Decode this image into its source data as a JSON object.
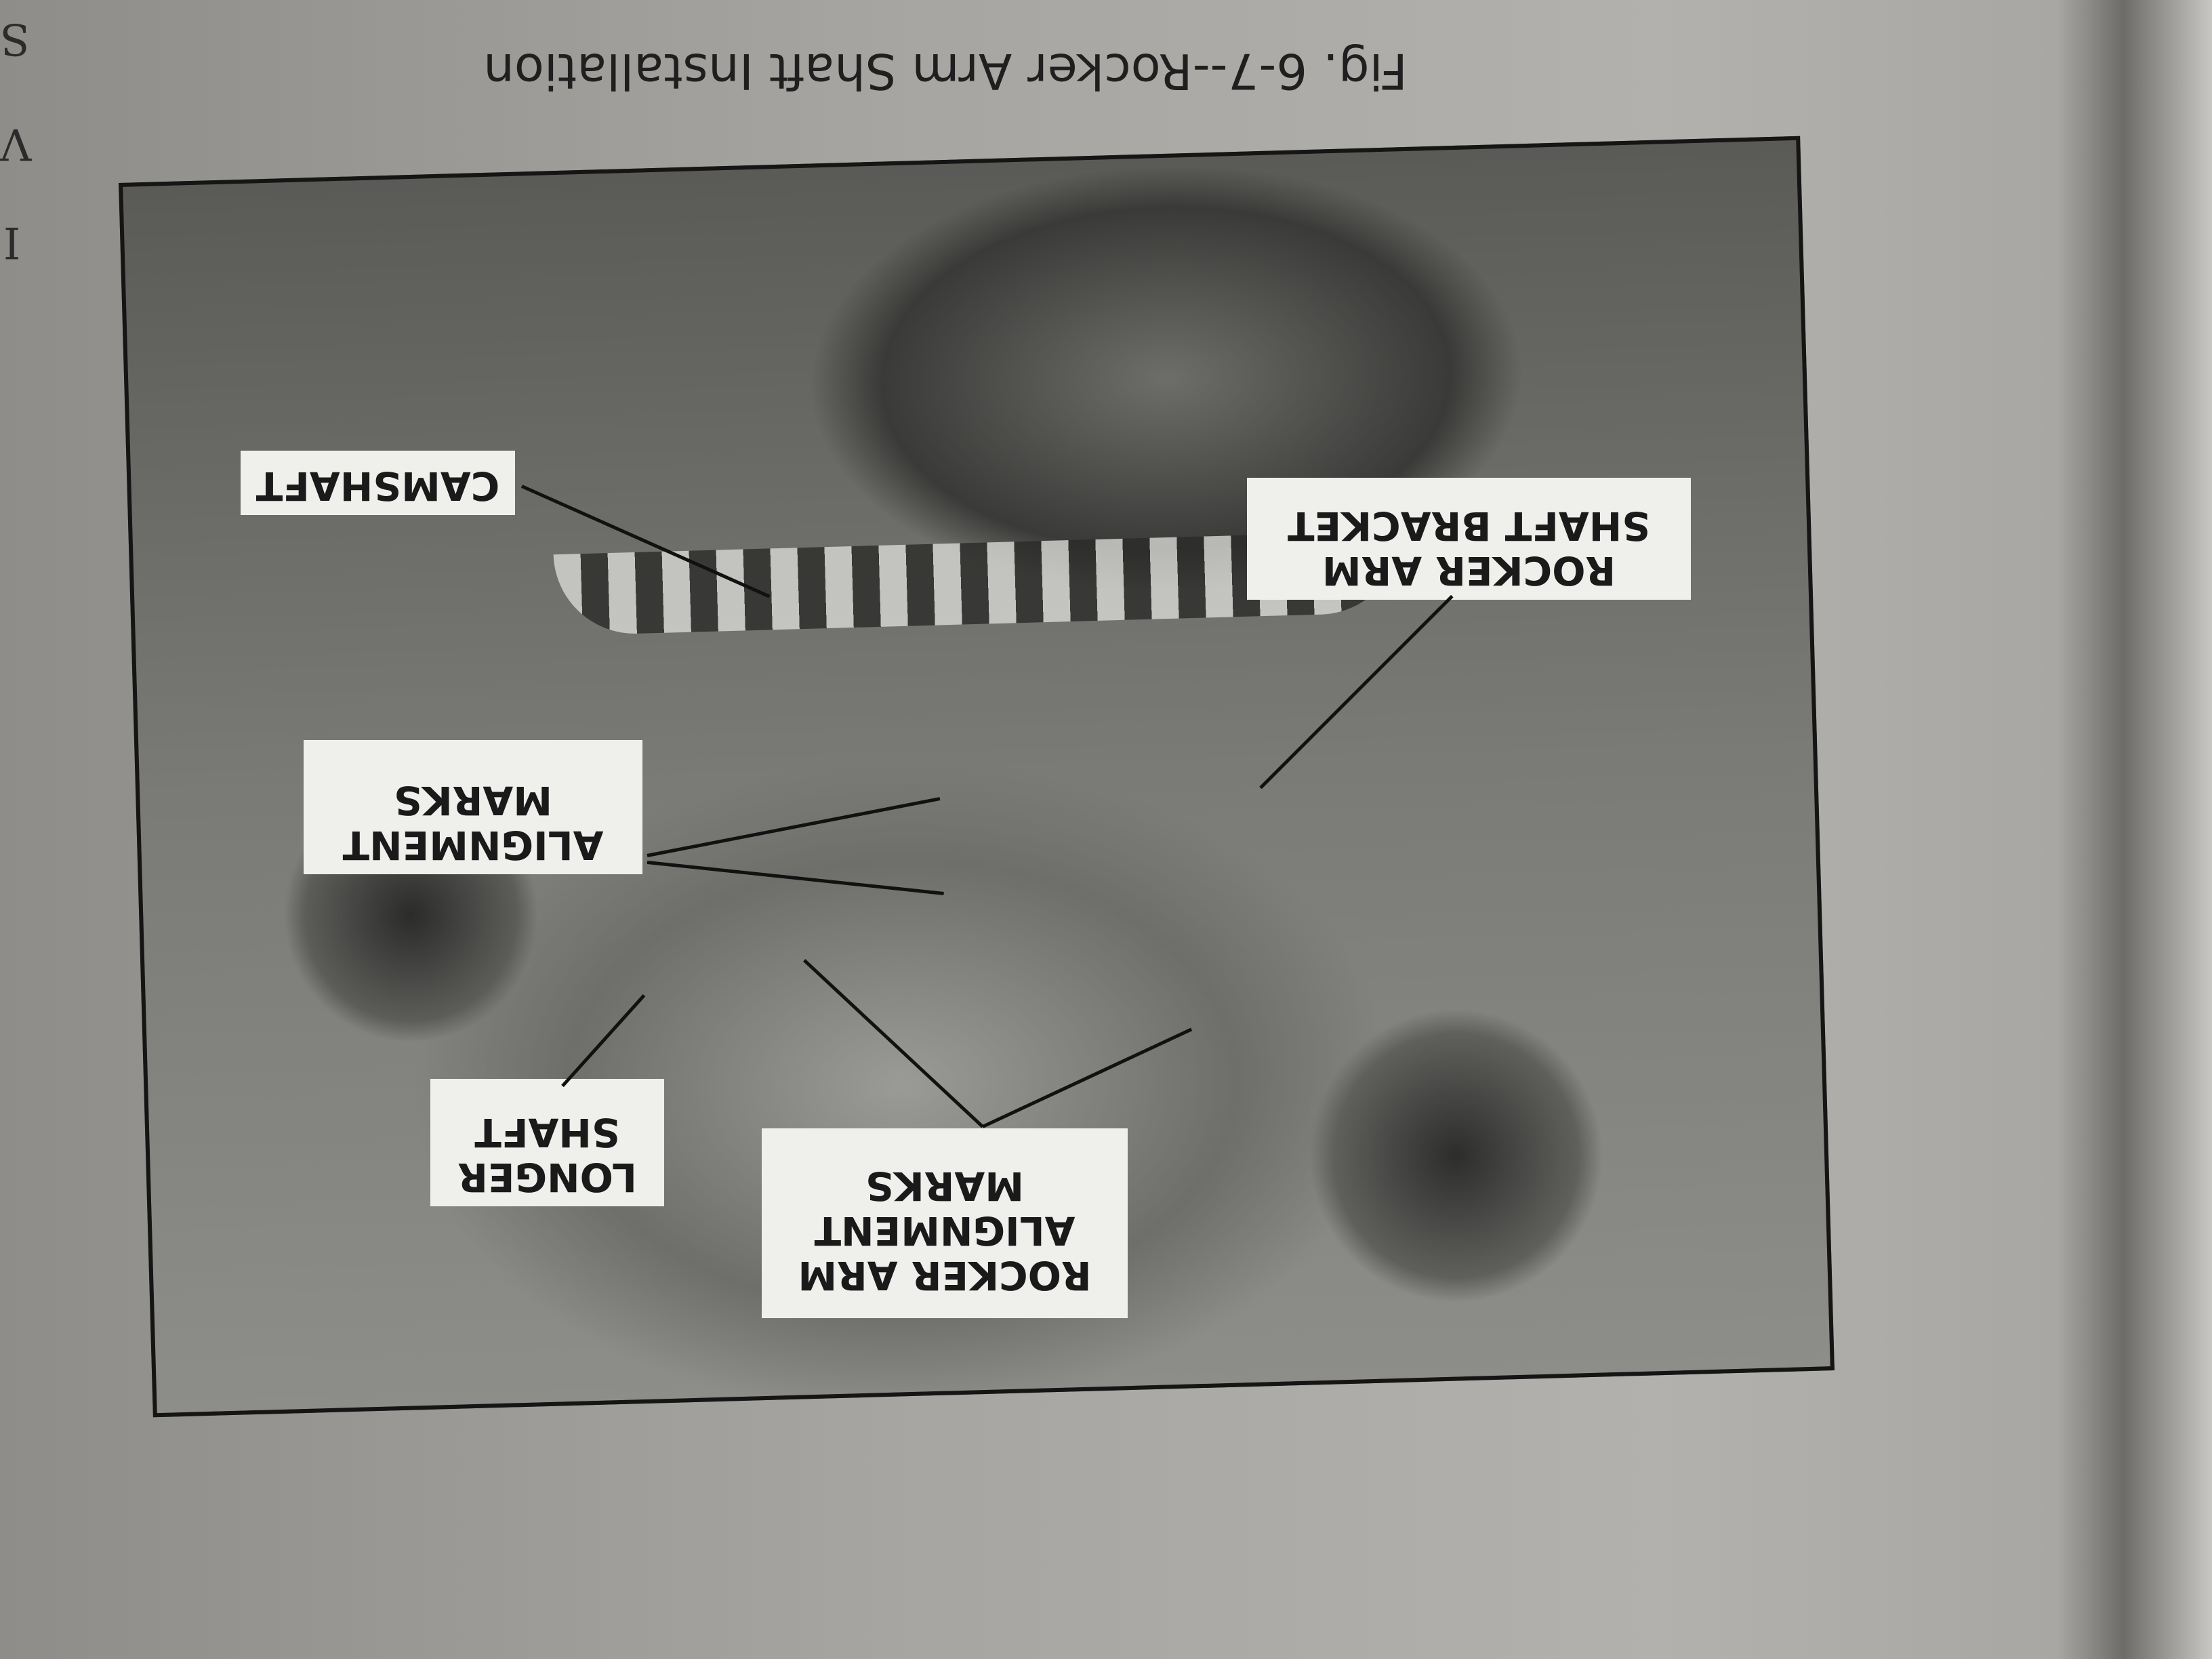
{
  "margin_letters": [
    "S",
    "V",
    "I"
  ],
  "caption": "Fig. 6-7--Rocker Arm Shaft Installation",
  "figure": {
    "labels": {
      "camshaft": [
        "CAMSHAFT"
      ],
      "bracket": [
        "ROCKER ARM",
        "SHAFT BRACKET"
      ],
      "alignment": [
        "ALIGNMENT",
        "MARKS"
      ],
      "longer_shaft": [
        "LONGER",
        "SHAFT"
      ],
      "rocker_alignment": [
        "ROCKER ARM",
        "ALIGNMENT",
        "MARKS"
      ]
    }
  }
}
